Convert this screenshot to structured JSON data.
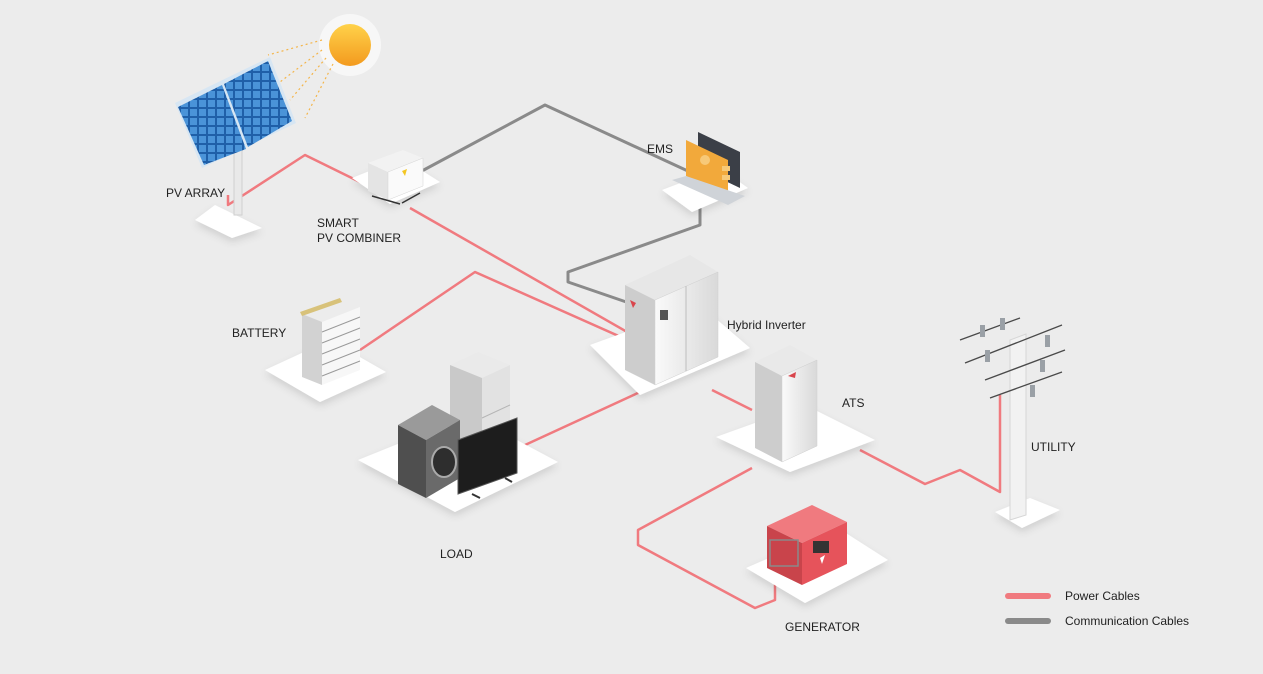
{
  "labels": {
    "pv_array": "PV ARRAY",
    "smart_combiner_line1": "SMART",
    "smart_combiner_line2": "PV COMBINER",
    "ems": "EMS",
    "battery": "BATTERY",
    "hybrid_inverter": "Hybrid Inverter",
    "ats": "ATS",
    "utility": "UTILITY",
    "load": "LOAD",
    "generator": "GENERATOR"
  },
  "legend": [
    {
      "label": "Power Cables",
      "color": "#f07a7f"
    },
    {
      "label": "Communication Cables",
      "color": "#8a8a8a"
    }
  ],
  "colors": {
    "background": "#ececec",
    "power_cable": "#f07a7f",
    "comm_cable": "#8a8a8a",
    "sun": "#f7a928",
    "panel": "#2f72b8",
    "generator": "#e6535b",
    "ems_screen": "#f2a93b"
  },
  "icons": [
    "sun-icon",
    "solar-panel-icon",
    "combiner-box-icon",
    "laptop-icon",
    "battery-rack-icon",
    "inverter-cabinet-icon",
    "ats-cabinet-icon",
    "utility-pole-icon",
    "fridge-icon",
    "washing-machine-icon",
    "tv-icon",
    "generator-icon"
  ]
}
